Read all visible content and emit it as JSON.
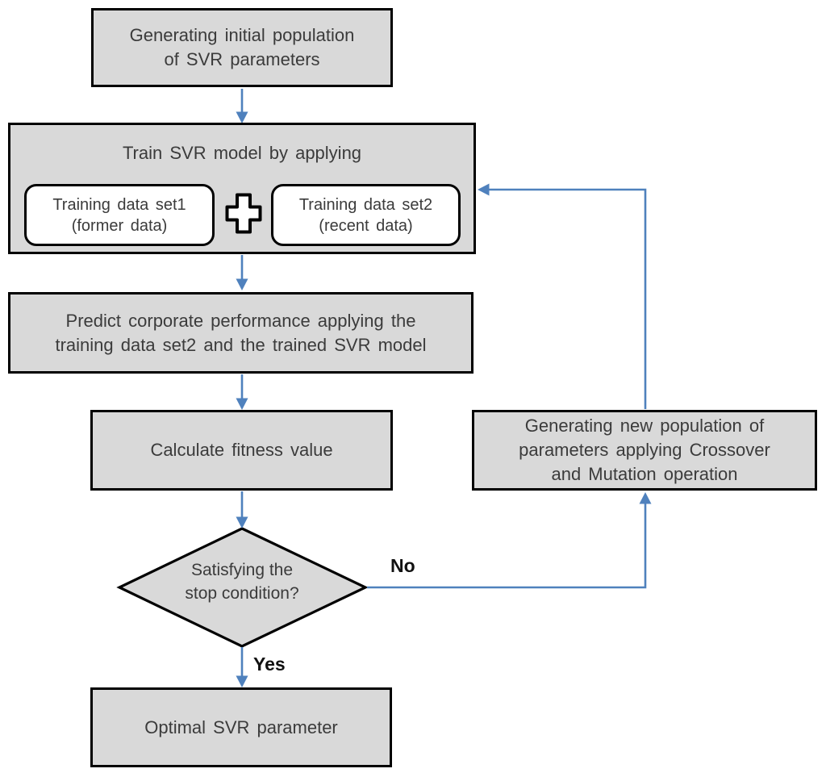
{
  "diagram": {
    "nodes": {
      "init": {
        "lines": [
          "Generating initial population",
          "of SVR parameters"
        ]
      },
      "train": {
        "title": "Train SVR model by applying",
        "set1_lines": [
          "Training data set1",
          "(former data)"
        ],
        "set2_lines": [
          "Training data set2",
          "(recent data)"
        ]
      },
      "predict": {
        "lines": [
          "Predict corporate performance applying the",
          "training data set2 and the trained SVR model"
        ]
      },
      "fitness": {
        "text": "Calculate fitness value"
      },
      "decision": {
        "lines": [
          "Satisfying the",
          "stop condition?"
        ]
      },
      "newpop": {
        "lines": [
          "Generating new population of",
          "parameters applying Crossover",
          "and Mutation operation"
        ]
      },
      "optimal": {
        "text": "Optimal SVR parameter"
      }
    },
    "labels": {
      "no": "No",
      "yes": "Yes"
    },
    "icons": {
      "plus": "plus-icon",
      "arrowhead": "arrowhead-icon"
    },
    "colors": {
      "box-fill": "#d9d9d9",
      "box-border": "#000000",
      "subbox-fill": "#ffffff",
      "arrow": "#4f81bd",
      "text": "#3b3b3b",
      "label": "#111111",
      "page-bg": "#ffffff"
    }
  }
}
